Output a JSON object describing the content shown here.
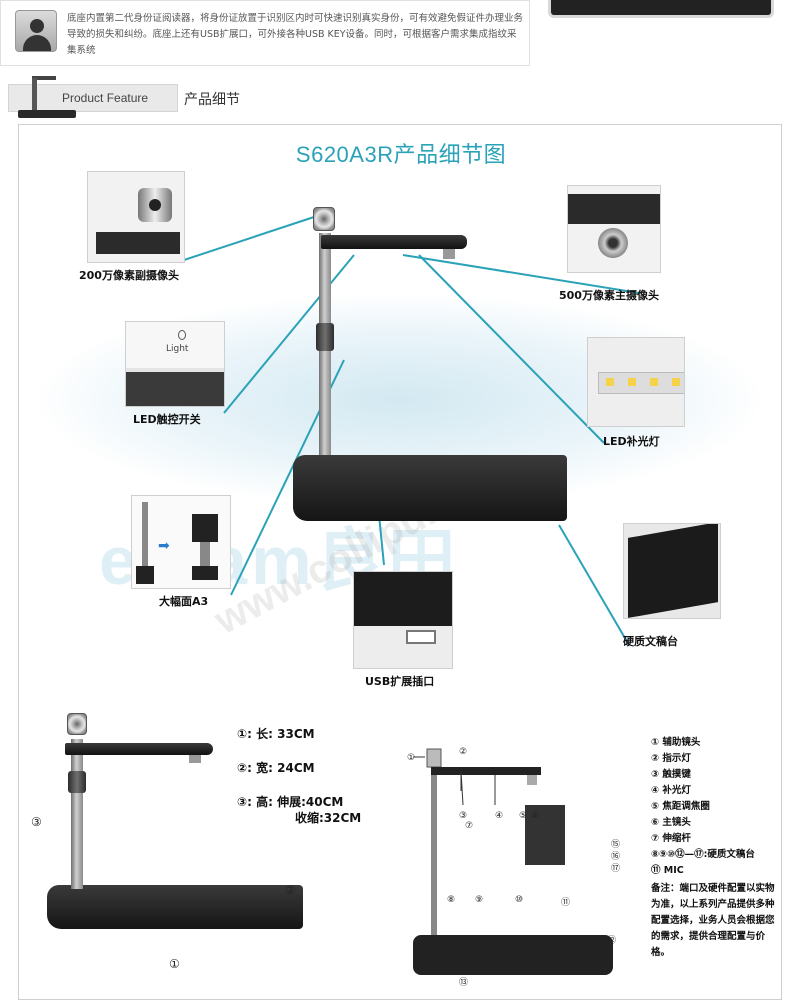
{
  "intro": {
    "text": "底座内置第二代身份证阅读器，将身份证放置于识别区内时可快速识别真实身份，可有效避免假证件办理业务导致的损失和纠纷。底座上还有USB扩展口，可外接各种USB KEY设备。同时，可根据客户需求集成指纹采集系统"
  },
  "feature_header": {
    "en": "Product Feature",
    "cn": "产品细节"
  },
  "panel": {
    "title": "S620A3R产品细节图",
    "watermark": "eloam良田",
    "watermark2": "www.collipu.com",
    "callouts": {
      "aux_camera": "200万像素副摄像头",
      "main_camera": "500万像素主摄像头",
      "led_switch": "LED触控开关",
      "led_fill": "LED补光灯",
      "a3": "大幅面A3",
      "usb": "USB扩展插口",
      "doc_stage": "硬质文稿台",
      "light_word": "Light"
    },
    "dimensions": {
      "length": "①: 长: 33CM",
      "width": "②: 宽: 24CM",
      "height": "③: 高: 伸展:40CM",
      "height2": "收缩:32CM",
      "m1": "①",
      "m2": "②",
      "m3": "③"
    },
    "diagram_marks": [
      "①",
      "②",
      "③",
      "④",
      "⑤",
      "⑥",
      "⑦",
      "⑧",
      "⑨",
      "⑩",
      "⑪",
      "⑫",
      "⑬",
      "⑮",
      "⑯",
      "⑰"
    ],
    "legend": [
      "① 辅助镜头",
      "② 指示灯",
      "③ 触摸键",
      "④ 补光灯",
      "⑤ 焦距调焦圈",
      "⑥ 主镜头",
      "⑦ 伸缩杆",
      "⑧⑨⑩⑫—⑰:硬质文稿台",
      "⑪ MIC"
    ],
    "note": "备注：端口及硬件配置以实物为准，以上系列产品提供多种配置选择，业务人员会根据您的需求，提供合理配置与价格。"
  }
}
